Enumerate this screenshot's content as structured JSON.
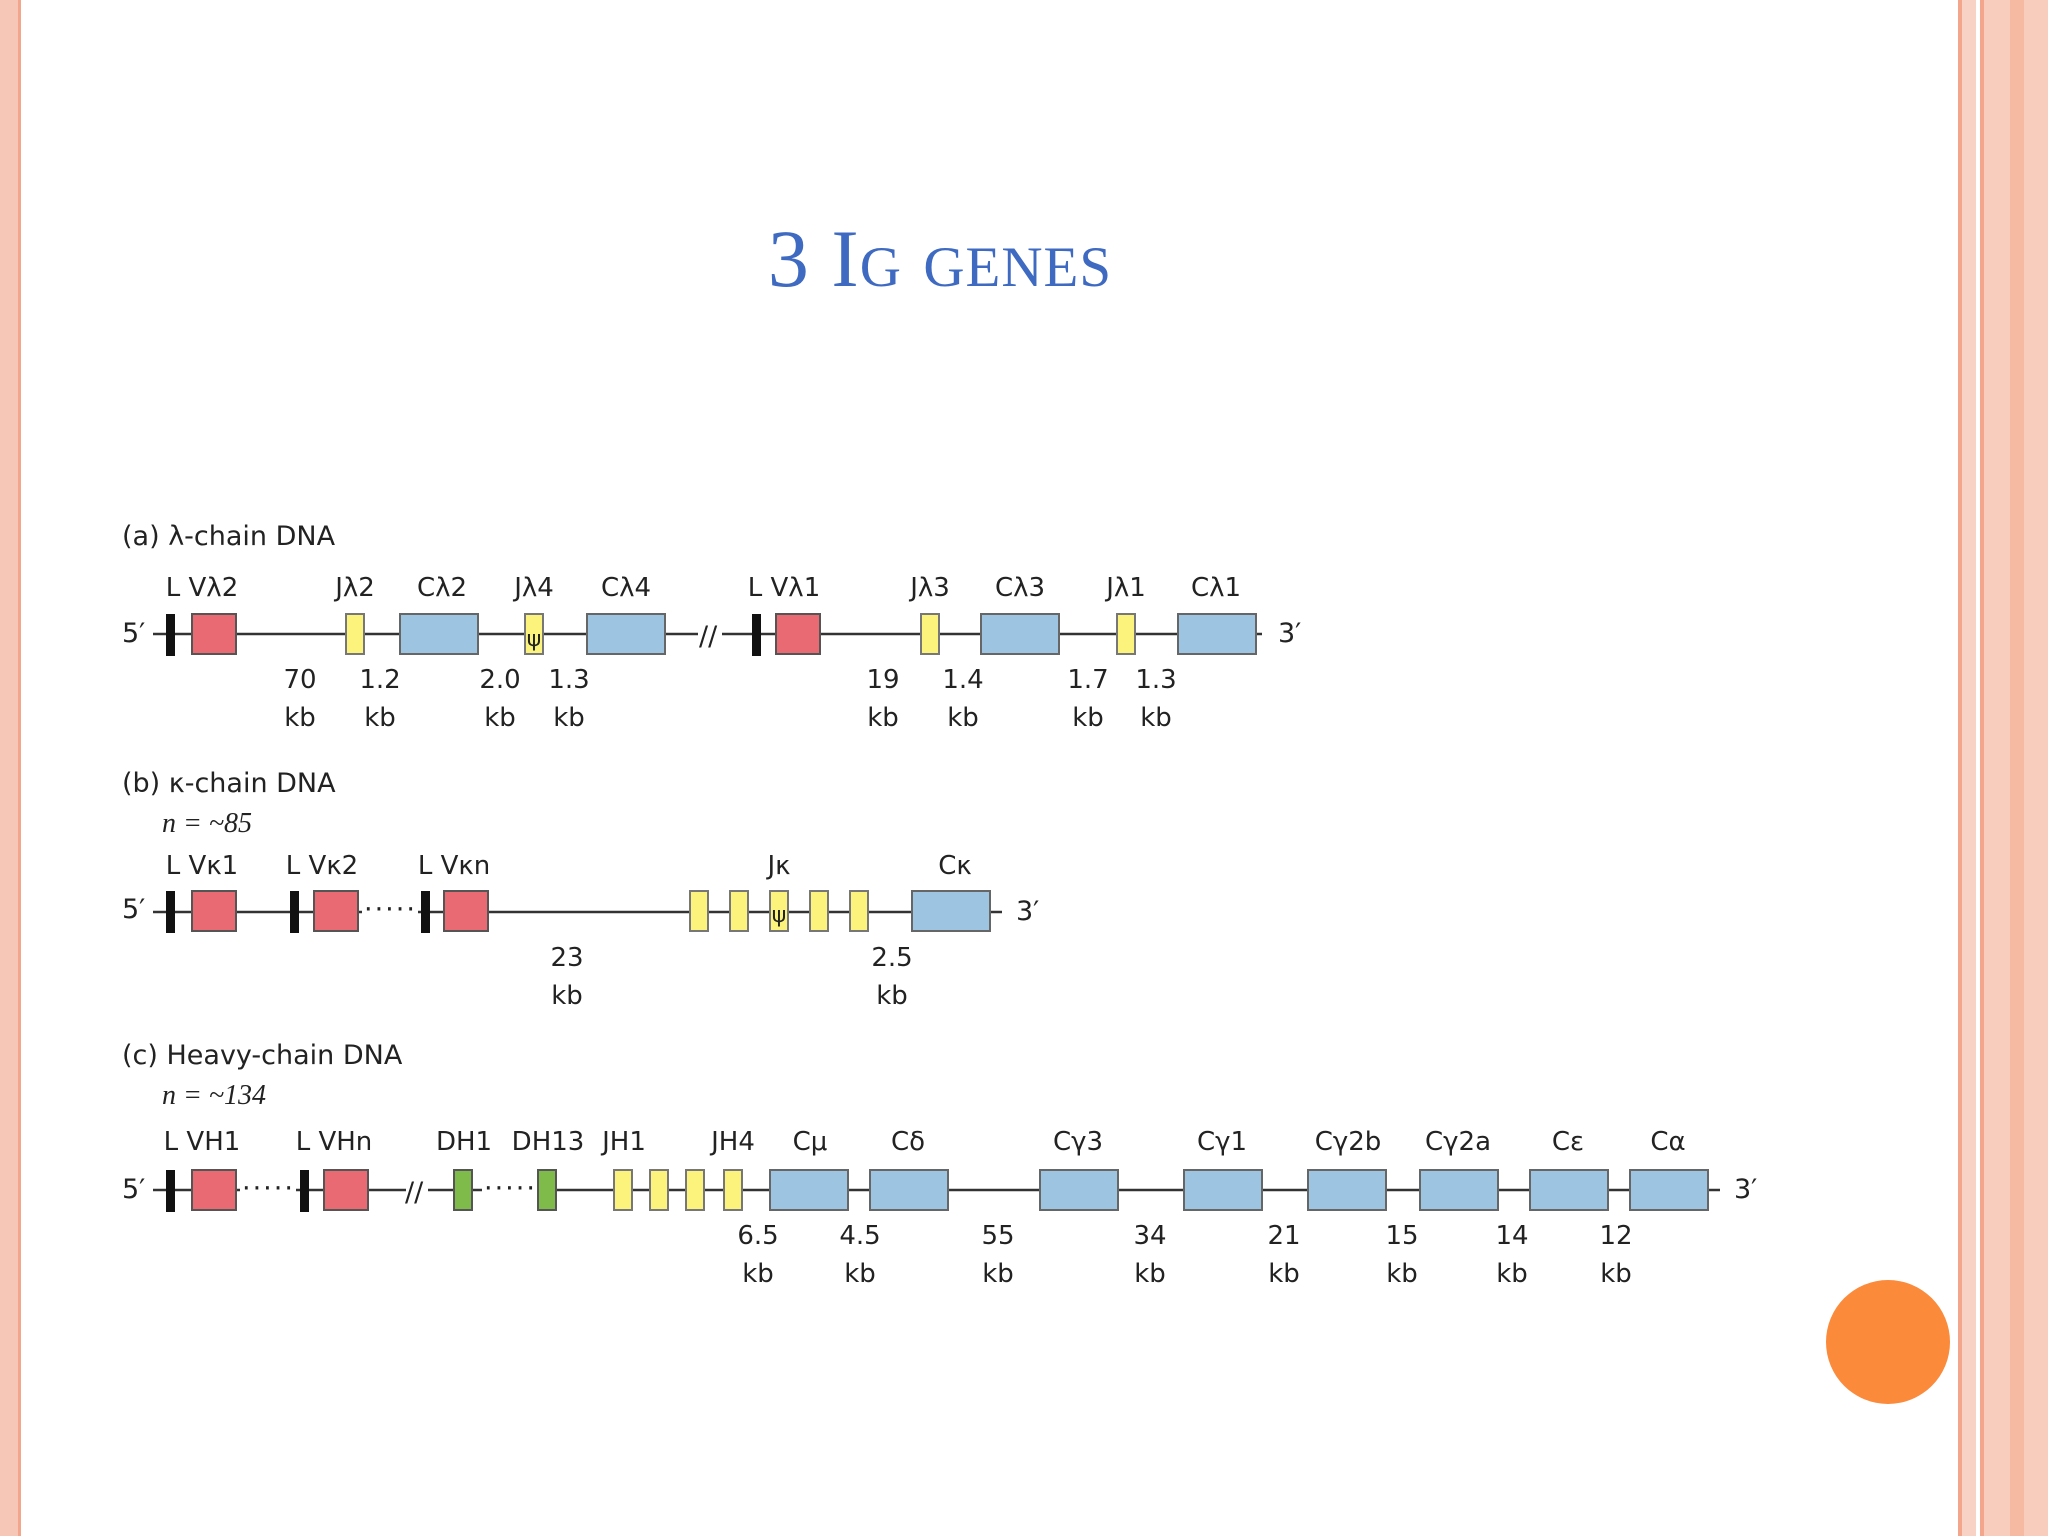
{
  "slide": {
    "title": "3 Ig genes"
  },
  "diagram": {
    "five_prime": "5′",
    "three_prime": "3′",
    "break_mark": "//",
    "lambda": {
      "heading": "(a) λ-chain DNA",
      "labels": [
        "L Vλ2",
        "Jλ2",
        "Cλ2",
        "Jλ4",
        "Cλ4",
        "L Vλ1",
        "Jλ3",
        "Cλ3",
        "Jλ1",
        "Cλ1"
      ],
      "pseudo": "ψ",
      "distances": [
        "70",
        "1.2",
        "2.0",
        "1.3",
        "19",
        "1.4",
        "1.7",
        "1.3"
      ],
      "unit": "kb"
    },
    "kappa": {
      "heading": "(b) κ-chain DNA",
      "n": "n = ~85",
      "labels": [
        "L Vκ1",
        "L Vκ2",
        "L Vκn",
        "Jκ",
        "Cκ"
      ],
      "pseudo": "ψ",
      "distances": [
        "23",
        "2.5"
      ],
      "unit": "kb"
    },
    "heavy": {
      "heading": "(c) Heavy-chain DNA",
      "n": "n = ~134",
      "labels": [
        "L VH1",
        "L VHn",
        "DH1",
        "DH13",
        "JH1",
        "JH4",
        "Cμ",
        "Cδ",
        "Cγ3",
        "Cγ1",
        "Cγ2b",
        "Cγ2a",
        "Cε",
        "Cα"
      ],
      "distances": [
        "6.5",
        "4.5",
        "55",
        "34",
        "21",
        "15",
        "14",
        "12"
      ],
      "unit": "kb"
    }
  }
}
